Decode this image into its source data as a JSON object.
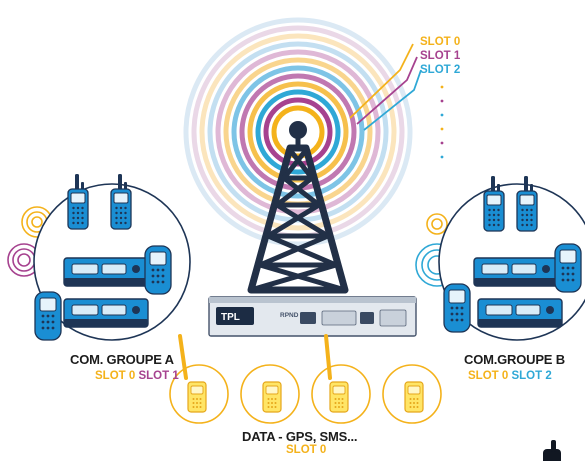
{
  "colors": {
    "slot0": "#f4b21b",
    "slot1": "#a6428f",
    "slot2": "#2fa8d6",
    "navy": "#1e3556",
    "radio_blue": "#1a8ed3",
    "tower": "#223047"
  },
  "slots_legend": {
    "slot0": "SLOT 0",
    "slot1": "SLOT 1",
    "slot2": "SLOT 2"
  },
  "repeater": {
    "brand": "TPL",
    "model": "RPND"
  },
  "group_a": {
    "title": "COM. GROUPE A",
    "slot_a": "SLOT 0",
    "slot_b": "SLOT 1"
  },
  "group_b": {
    "title": "COM.GROUPE B",
    "slot_a": "SLOT 0",
    "slot_b": "SLOT 2"
  },
  "data_group": {
    "title": "DATA - GPS, SMS...",
    "slot": "SLOT 0"
  },
  "icons": [
    "tower-icon",
    "repeater-icon",
    "walkie-talkie-icon",
    "mobile-radio-icon",
    "handheld-terminal-icon",
    "signal-rings-icon"
  ]
}
